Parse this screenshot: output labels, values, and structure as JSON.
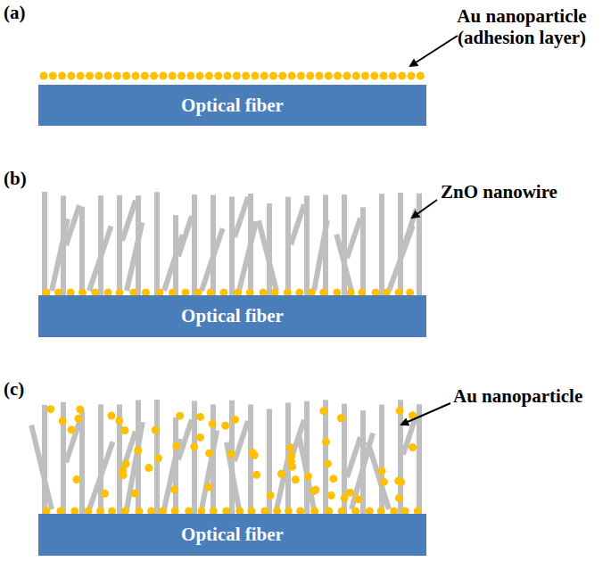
{
  "diagram": {
    "nodes": [
      {
        "text": [
          "Optical fiber"
        ]
      },
      {
        "text": [
          "Optical fiber"
        ]
      },
      {
        "text": [
          "Optical fiber"
        ]
      }
    ],
    "labels": [
      "(a)",
      "Au nanoparticle (adhesion layer)",
      "(b)",
      "ZnO nanowire",
      "(c)",
      "Au nanoparticle"
    ]
  }
}
